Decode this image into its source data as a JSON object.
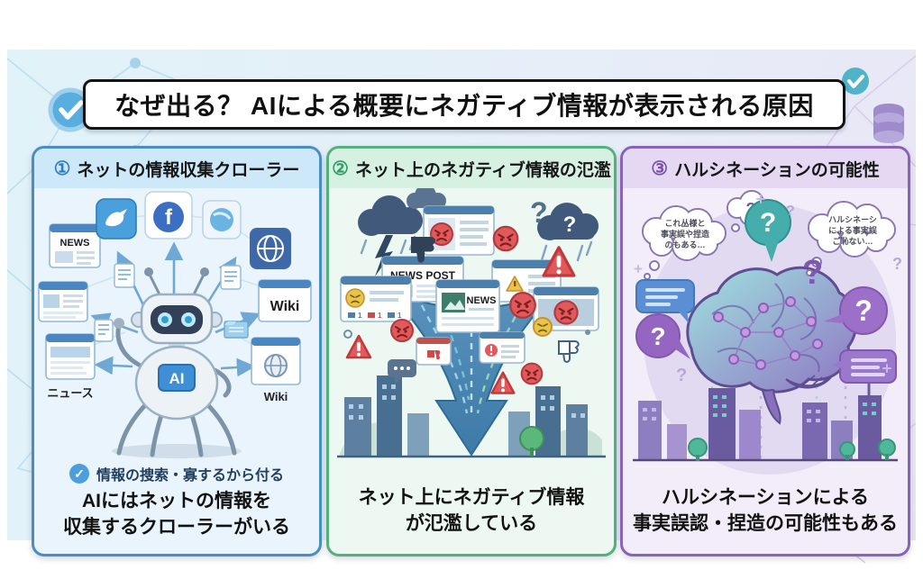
{
  "title": "なぜ出る？ AIによる概要にネガティブ情報が表示される原因",
  "panels": [
    {
      "number": "①",
      "heading": "ネットの情報収集クローラー",
      "check_note": "情報の捜索・寡するから付る",
      "caption": [
        "AIにはネットの情報を",
        "収集するクローラーがいる"
      ],
      "labels": {
        "news_window": "NEWS",
        "wiki_window": "Wiki",
        "news_jp": "ニュース",
        "wiki_globe": "Wiki",
        "robot_badge": "AI",
        "facebook_f": "f"
      }
    },
    {
      "number": "②",
      "heading": "ネット上のネガティブ情報の氾濫",
      "caption": [
        "ネット上にネガティブ情報",
        "が氾濫している"
      ],
      "labels": {
        "news_post": "NEWS POST",
        "news": "NEWS",
        "cloud_q": "?",
        "q1": "?",
        "q2": "?"
      }
    },
    {
      "number": "③",
      "heading": "ハルシネーションの可能性",
      "caption": [
        "ハルシネーションによる",
        "事実誤認・捏造の可能性もある"
      ],
      "thought_left": [
        "これ丛様と",
        "事実誤や捏造",
        "のもある…"
      ],
      "thought_right": [
        "ハルシネーシ",
        "による事実誤",
        "ご恥ない…"
      ],
      "q_mark": "?"
    }
  ],
  "decor": {
    "check_mark": "✓"
  },
  "colors": {
    "panel1_accent": "#4a8cc4",
    "panel2_accent": "#56b07e",
    "panel3_accent": "#8a63b8"
  }
}
